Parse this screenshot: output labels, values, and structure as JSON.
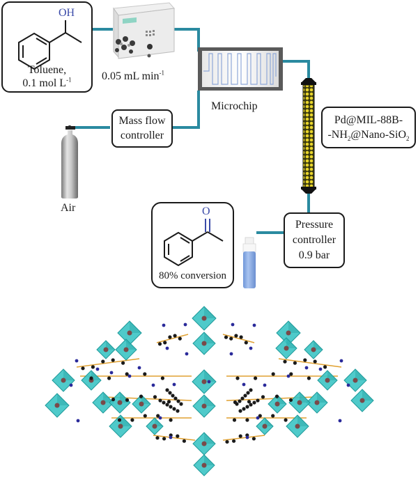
{
  "figure": {
    "type": "process flow diagram with crystal structure",
    "colors": {
      "tubing": "#2a8aa0",
      "heteroatom_label": "#3a4aa8",
      "octahedra": "#3cc4c4",
      "octahedra_dark": "#1f9a9a",
      "carbon_atom": "#1a1a1a",
      "nitrogen_atom": "#2a2a9a",
      "metal_atom": "#7a4a4a",
      "bond": "#e0a030",
      "catalyst_bed": "#d9c51a",
      "vial_liquid": "#8fb4ea"
    }
  },
  "reactant": {
    "name": "1-phenylethanol",
    "heteroatom_label": "OH",
    "solvent_line": "Toluene,",
    "concentration_prefix": "0.1 mol L",
    "concentration_exp": "-1"
  },
  "pump": {
    "name": "HPLC pump",
    "flow_rate_prefix": "0.05 mL min",
    "flow_rate_exp": "-1"
  },
  "air_source": {
    "label": "Air"
  },
  "mass_flow_controller": {
    "line1": "Mass flow",
    "line2": "controller"
  },
  "microchip": {
    "label": "Microchip"
  },
  "catalyst_column": {
    "line1": "Pd@MIL-88B-",
    "line2_a": "-NH",
    "line2_sub1": "2",
    "line2_b": "@Nano-SiO",
    "line2_sub2": "2"
  },
  "pressure_controller": {
    "line1": "Pressure",
    "line2": "controller",
    "line3": "0.9 bar"
  },
  "product": {
    "name": "acetophenone",
    "heteroatom_label": "O",
    "conversion": "80% conversion"
  },
  "crystal_structure": {
    "name": "MIL-88B-NH2 framework",
    "legend": []
  }
}
